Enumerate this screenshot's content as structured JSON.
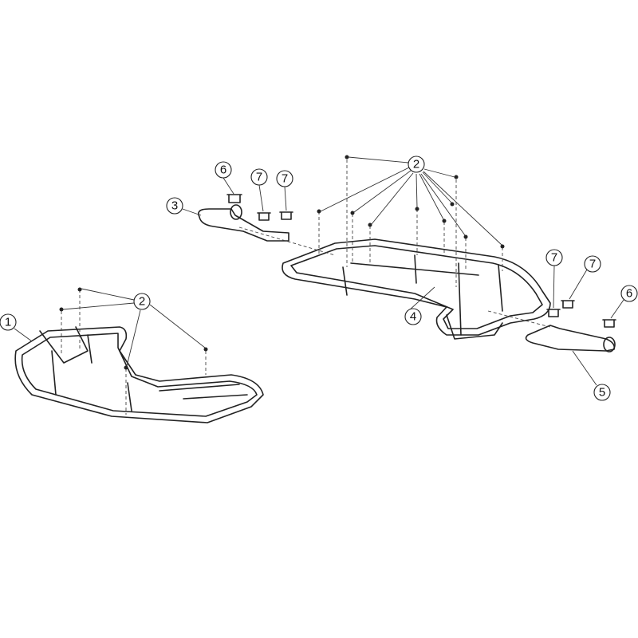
{
  "diagram": {
    "type": "exploded parts diagram",
    "callouts": [
      {
        "id": "c1",
        "label": "1"
      },
      {
        "id": "c2a",
        "label": "2"
      },
      {
        "id": "c2b",
        "label": "2"
      },
      {
        "id": "c3",
        "label": "3"
      },
      {
        "id": "c4",
        "label": "4"
      },
      {
        "id": "c5",
        "label": "5"
      },
      {
        "id": "c6a",
        "label": "6"
      },
      {
        "id": "c6b",
        "label": "6"
      },
      {
        "id": "c7a",
        "label": "7"
      },
      {
        "id": "c7b",
        "label": "7"
      },
      {
        "id": "c7c",
        "label": "7"
      },
      {
        "id": "c7d",
        "label": "7"
      }
    ]
  }
}
